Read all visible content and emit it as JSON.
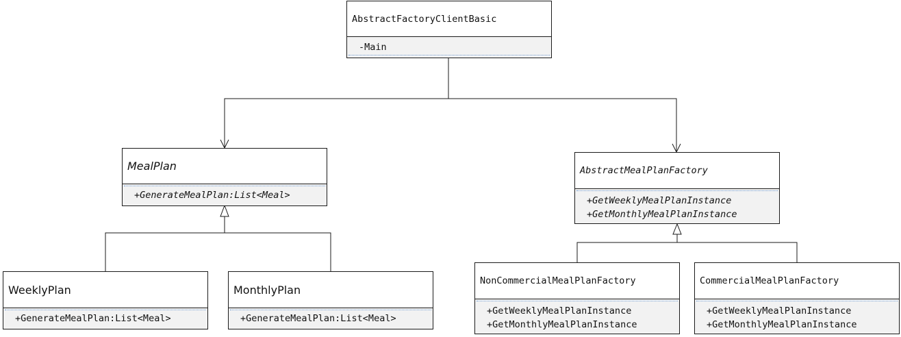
{
  "classes": {
    "client": {
      "name": "AbstractFactoryClientBasic",
      "operations": [
        "-Main"
      ]
    },
    "mealplan": {
      "name": "MealPlan",
      "operations": [
        "+GenerateMealPlan:List<Meal>"
      ]
    },
    "weekly": {
      "name": "WeeklyPlan",
      "operations": [
        "+GenerateMealPlan:List<Meal>"
      ]
    },
    "monthly": {
      "name": "MonthlyPlan",
      "operations": [
        "+GenerateMealPlan:List<Meal>"
      ]
    },
    "abstract_factory": {
      "name": "AbstractMealPlanFactory",
      "operations": [
        "+GetWeeklyMealPlanInstance",
        "+GetMonthlyMealPlanInstance"
      ]
    },
    "noncommercial_factory": {
      "name": "NonCommercialMealPlanFactory",
      "operations": [
        "+GetWeeklyMealPlanInstance",
        "+GetMonthlyMealPlanInstance"
      ]
    },
    "commercial_factory": {
      "name": "CommercialMealPlanFactory",
      "operations": [
        "+GetWeeklyMealPlanInstance",
        "+GetMonthlyMealPlanInstance"
      ]
    }
  },
  "relations": [
    {
      "from": "client",
      "to": "mealplan",
      "kind": "association"
    },
    {
      "from": "client",
      "to": "abstract_factory",
      "kind": "association"
    },
    {
      "from": "weekly",
      "to": "mealplan",
      "kind": "generalization"
    },
    {
      "from": "monthly",
      "to": "mealplan",
      "kind": "generalization"
    },
    {
      "from": "noncommercial_factory",
      "to": "abstract_factory",
      "kind": "generalization"
    },
    {
      "from": "commercial_factory",
      "to": "abstract_factory",
      "kind": "generalization"
    }
  ],
  "colors": {
    "line": "#1a1a1a",
    "compartment": "#f2f2f2",
    "dotted_separator": "#6f9bd1"
  }
}
